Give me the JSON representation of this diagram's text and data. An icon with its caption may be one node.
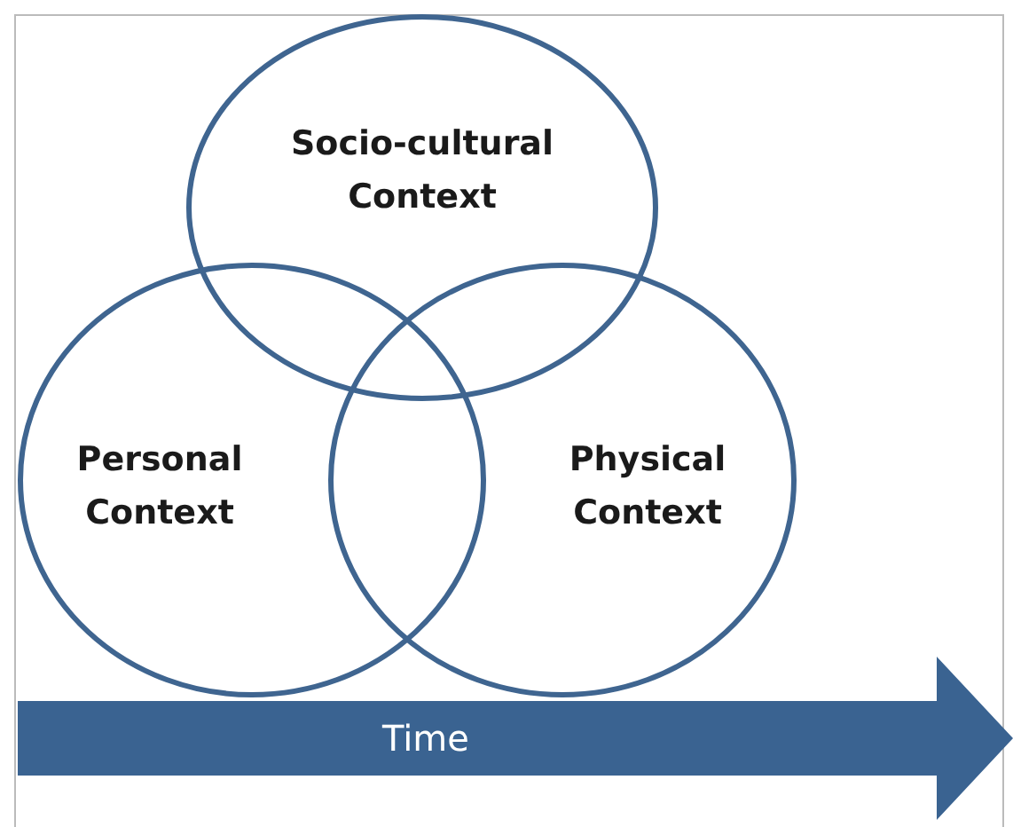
{
  "diagram": {
    "nodes": [
      {
        "text": [
          "Socio-cultural Context"
        ]
      },
      {
        "text": [
          "Personal Context"
        ]
      },
      {
        "text": [
          "Physical Context"
        ]
      },
      {
        "text": [
          "Time"
        ]
      }
    ],
    "edges": []
  }
}
